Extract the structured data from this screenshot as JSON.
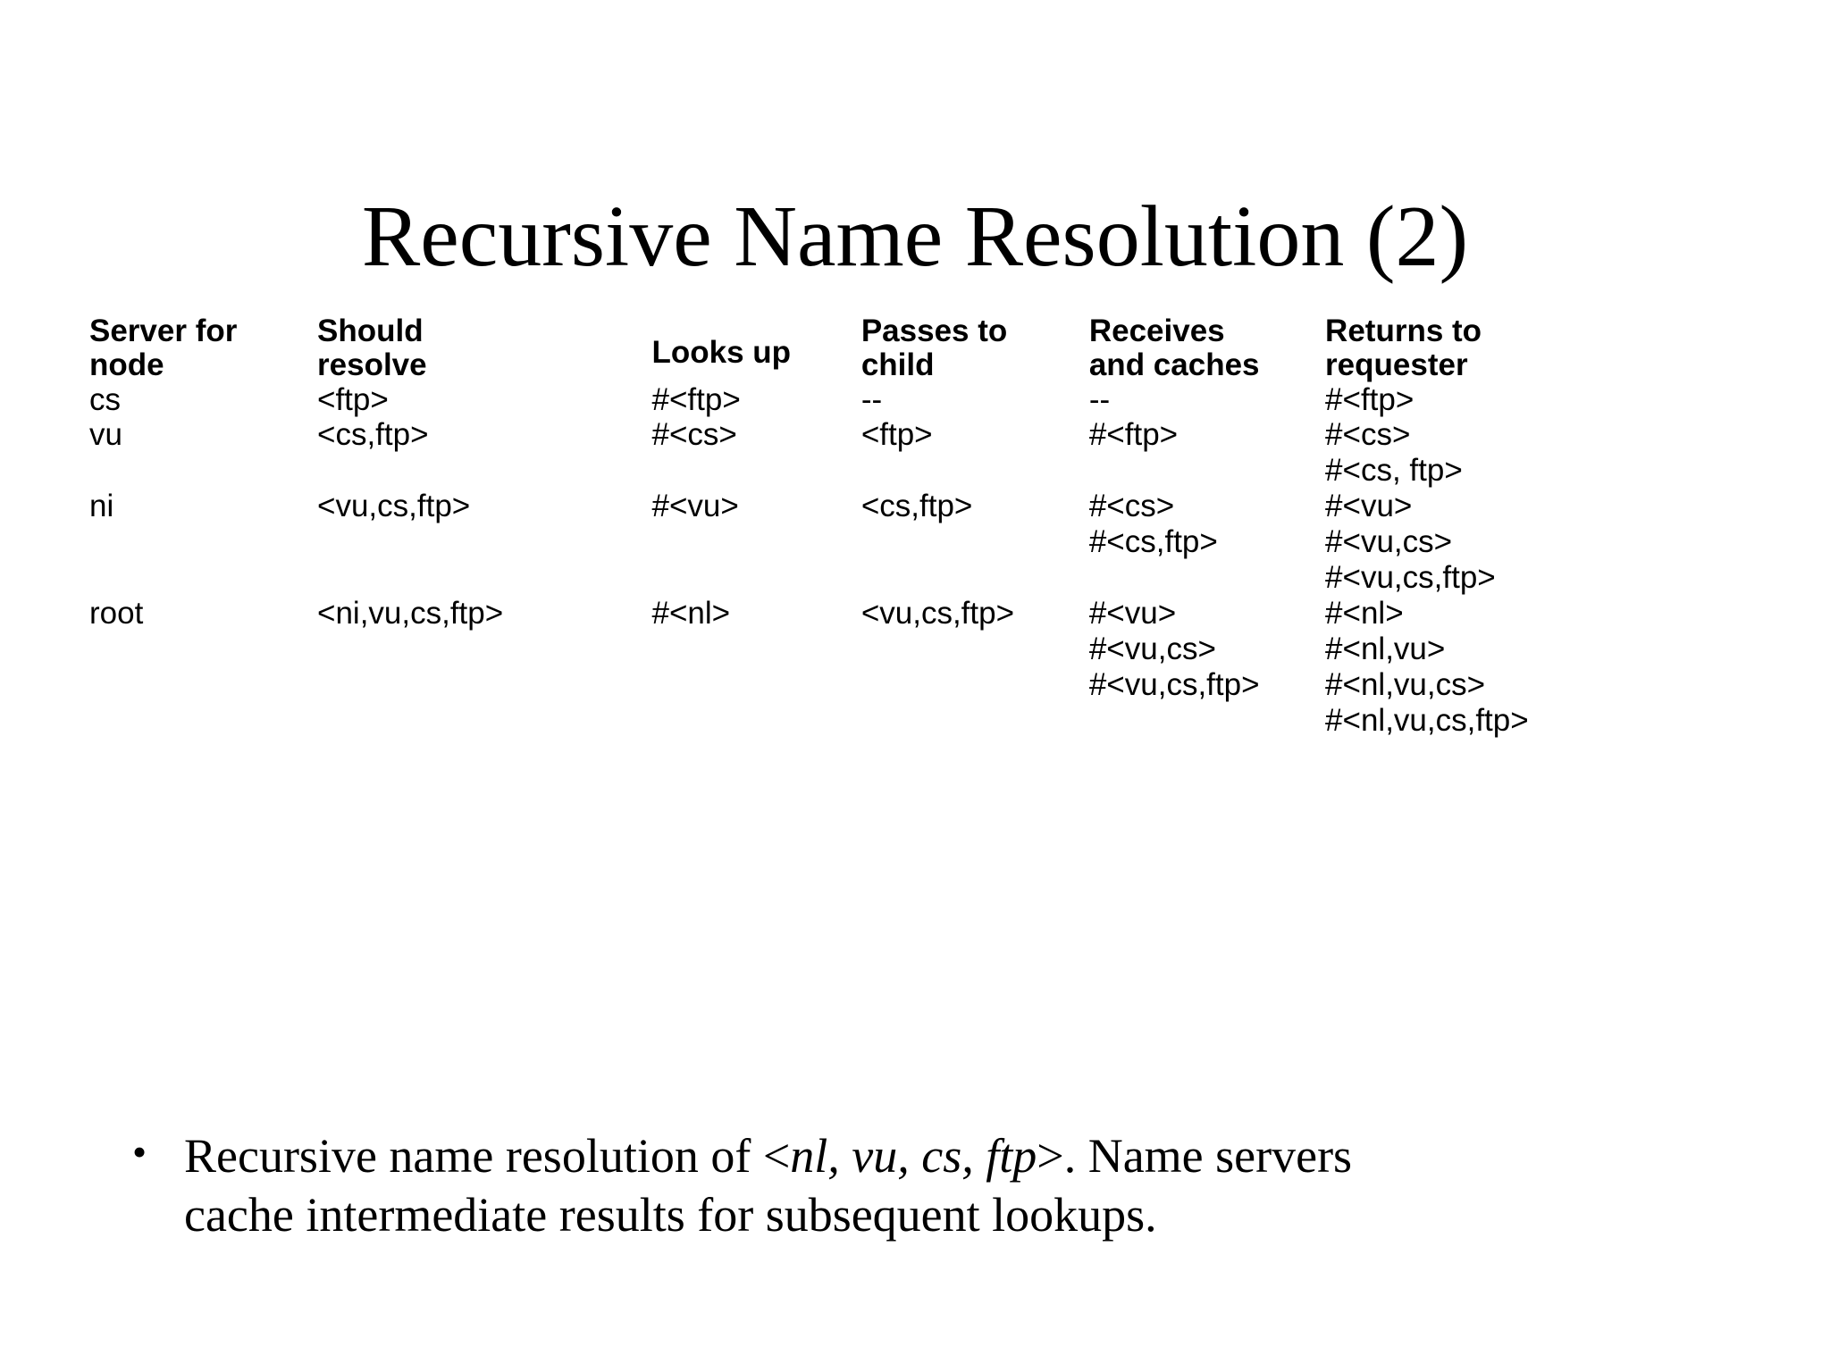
{
  "slide": {
    "title": "Recursive Name Resolution (2)"
  },
  "table": {
    "headers": [
      "Server for\nnode",
      "Should\nresolve",
      "Looks up",
      "Passes to\nchild",
      "Receives\nand caches",
      "Returns to\nrequester"
    ],
    "rows": [
      {
        "server_for_node": "cs",
        "should_resolve": "<ftp>",
        "looks_up": "#<ftp>",
        "passes_to_child": "--",
        "receives_and_caches": "--",
        "returns_to_requester": "#<ftp>"
      },
      {
        "server_for_node": "vu",
        "should_resolve": "<cs,ftp>",
        "looks_up": "#<cs>",
        "passes_to_child": "<ftp>",
        "receives_and_caches": "#<ftp>",
        "returns_to_requester": "#<cs>\n#<cs, ftp>"
      },
      {
        "server_for_node": "ni",
        "should_resolve": "<vu,cs,ftp>",
        "looks_up": "#<vu>",
        "passes_to_child": "<cs,ftp>",
        "receives_and_caches": "#<cs>\n#<cs,ftp>",
        "returns_to_requester": "#<vu>\n#<vu,cs>\n#<vu,cs,ftp>"
      },
      {
        "server_for_node": "root",
        "should_resolve": "<ni,vu,cs,ftp>",
        "looks_up": "#<nl>",
        "passes_to_child": "<vu,cs,ftp>",
        "receives_and_caches": "#<vu>\n#<vu,cs>\n#<vu,cs,ftp>",
        "returns_to_requester": "#<nl>\n#<nl,vu>\n#<nl,vu,cs>\n#<nl,vu,cs,ftp>"
      }
    ]
  },
  "bullet": {
    "marker": "•",
    "text_part_1": "Recursive name resolution of <",
    "text_emphasis": "nl, vu, cs, ftp",
    "text_part_2": ">. Name servers cache intermediate results for subsequent lookups."
  },
  "colors": {
    "background": "#ffffff",
    "text": "#000000"
  }
}
